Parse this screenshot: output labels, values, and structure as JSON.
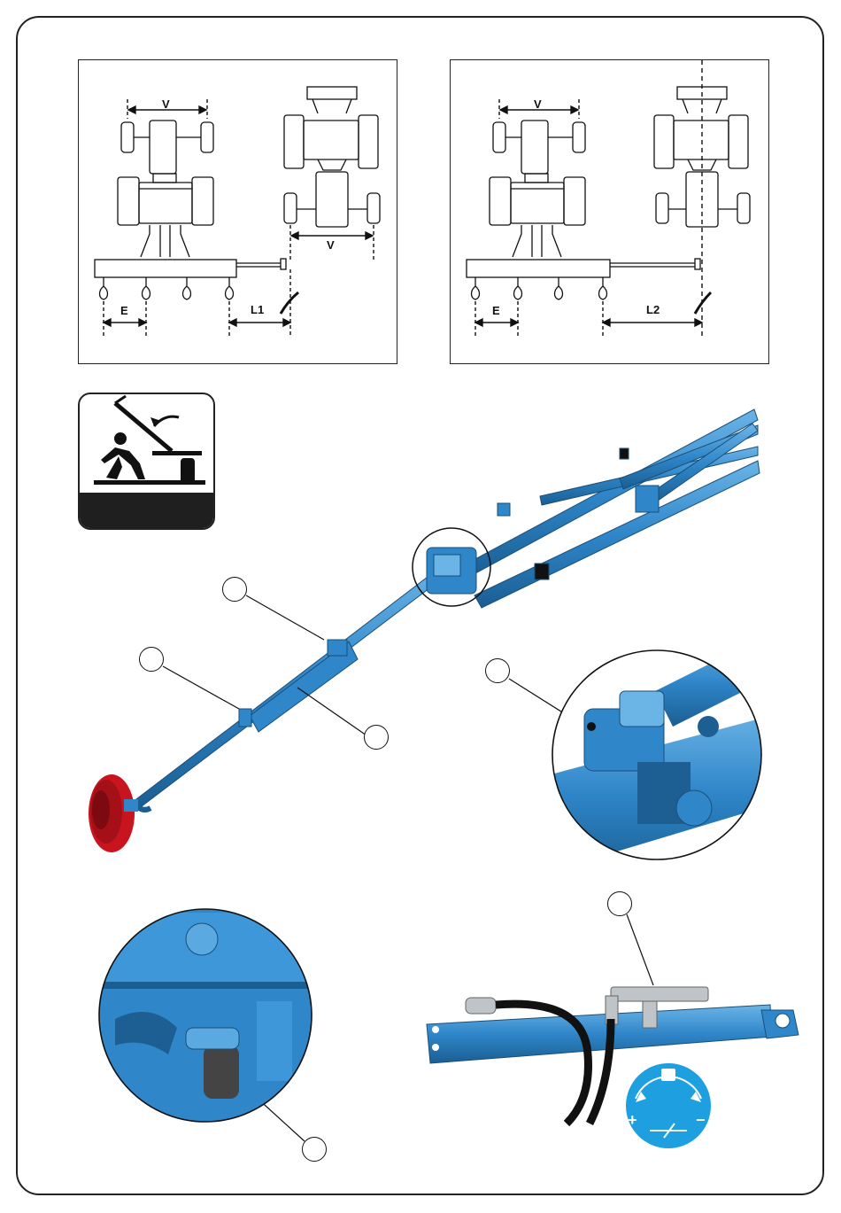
{
  "diagram_left": {
    "track_top": "V",
    "track_bottom": "V",
    "spacing": "E",
    "offset": "L1"
  },
  "diagram_right": {
    "track_top": "V",
    "spacing": "E",
    "offset": "L2"
  },
  "adjust_gauge": {
    "plus": "+",
    "minus": "−"
  },
  "colors": {
    "frame_blue": "#3a8fcf",
    "frame_dark": "#1e5f93",
    "disc_red": "#c8141e",
    "gauge_blue": "#1e9fe0"
  },
  "icons": [
    "crush-hazard-icon",
    "adjust-dial-icon"
  ]
}
